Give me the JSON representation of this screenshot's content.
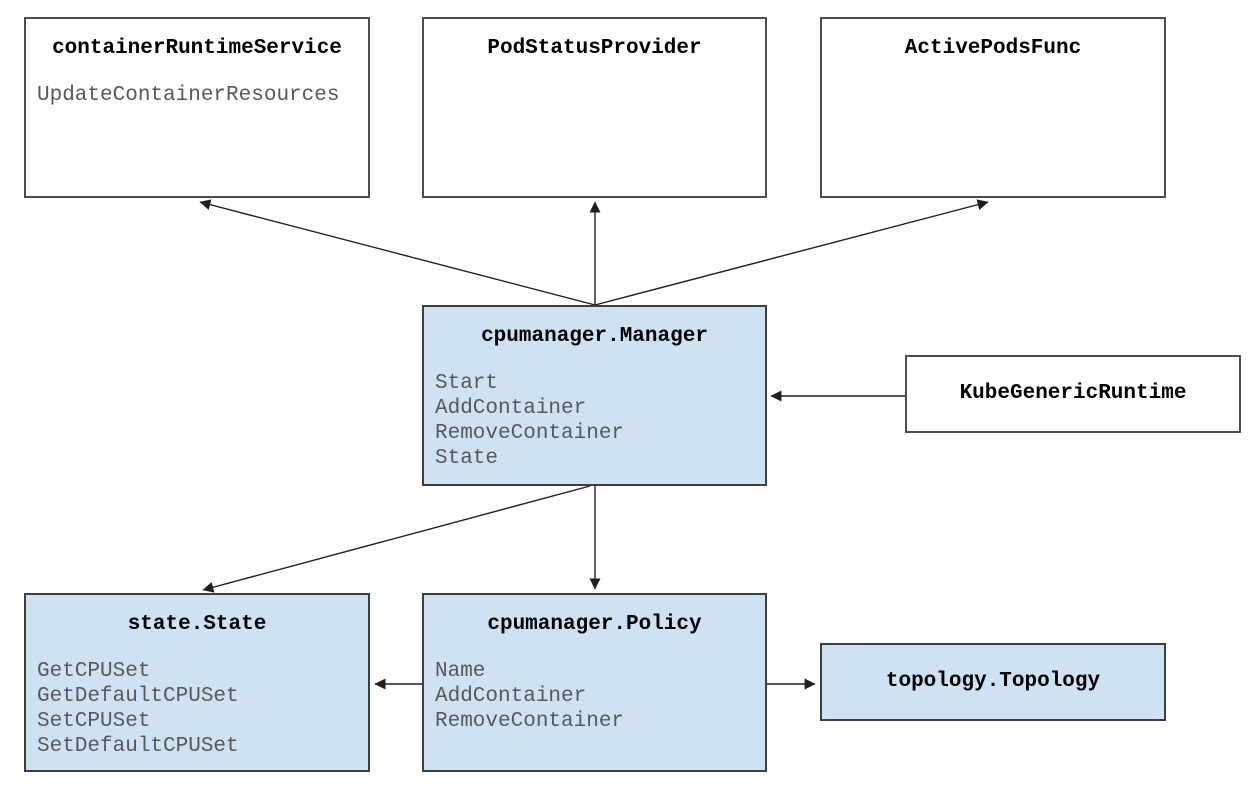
{
  "colors": {
    "node_fill_blue": "#cfe2f3",
    "node_fill_white": "#ffffff",
    "node_border": "#424242",
    "title_text": "#000000",
    "method_text": "#585858",
    "arrow": "#1f1f1f",
    "background": "#ffffff"
  },
  "nodes": {
    "container_runtime_service": {
      "title": "containerRuntimeService",
      "methods": [
        "UpdateContainerResources"
      ],
      "fill": "white"
    },
    "pod_status_provider": {
      "title": "PodStatusProvider",
      "methods": [],
      "fill": "white"
    },
    "active_pods_func": {
      "title": "ActivePodsFunc",
      "methods": [],
      "fill": "white"
    },
    "cpumanager_manager": {
      "title": "cpumanager.Manager",
      "methods": [
        "Start",
        "AddContainer",
        "RemoveContainer",
        "State"
      ],
      "fill": "blue"
    },
    "kube_generic_runtime": {
      "title": "KubeGenericRuntime",
      "methods": [],
      "fill": "white"
    },
    "state_state": {
      "title": "state.State",
      "methods": [
        "GetCPUSet",
        "GetDefaultCPUSet",
        "SetCPUSet",
        "SetDefaultCPUSet"
      ],
      "fill": "blue"
    },
    "cpumanager_policy": {
      "title": "cpumanager.Policy",
      "methods": [
        "Name",
        "AddContainer",
        "RemoveContainer"
      ],
      "fill": "blue"
    },
    "topology_topology": {
      "title": "topology.Topology",
      "methods": [],
      "fill": "blue"
    }
  },
  "edges": [
    {
      "from": "cpumanager.Manager",
      "to": "containerRuntimeService"
    },
    {
      "from": "cpumanager.Manager",
      "to": "PodStatusProvider"
    },
    {
      "from": "cpumanager.Manager",
      "to": "ActivePodsFunc"
    },
    {
      "from": "KubeGenericRuntime",
      "to": "cpumanager.Manager"
    },
    {
      "from": "cpumanager.Manager",
      "to": "state.State"
    },
    {
      "from": "cpumanager.Manager",
      "to": "cpumanager.Policy"
    },
    {
      "from": "cpumanager.Policy",
      "to": "state.State"
    },
    {
      "from": "cpumanager.Policy",
      "to": "topology.Topology"
    }
  ]
}
